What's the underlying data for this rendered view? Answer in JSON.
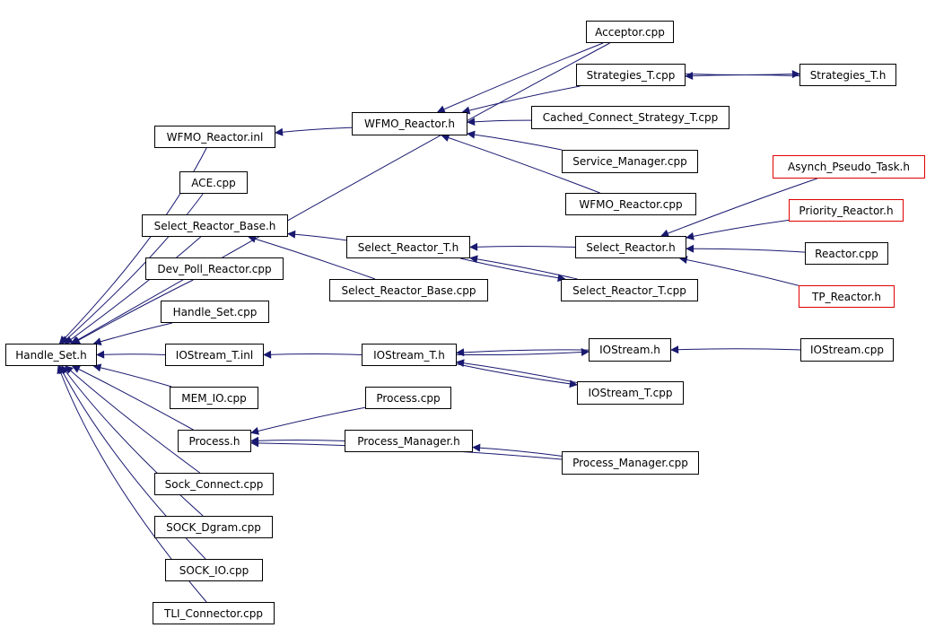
{
  "graph": {
    "edge_color": "#191970",
    "current_fill": "#bfbfbf",
    "truncated_border": "#e00000",
    "nodes": [
      {
        "id": "handle_set_h",
        "label": "Handle_Set.h",
        "kind": "current"
      },
      {
        "id": "acceptor_cpp",
        "label": "Acceptor.cpp",
        "kind": "normal"
      },
      {
        "id": "strategies_t_cpp",
        "label": "Strategies_T.cpp",
        "kind": "normal"
      },
      {
        "id": "strategies_t_h",
        "label": "Strategies_T.h",
        "kind": "truncated"
      },
      {
        "id": "wfmo_reactor_inl",
        "label": "WFMO_Reactor.inl",
        "kind": "normal"
      },
      {
        "id": "wfmo_reactor_h",
        "label": "WFMO_Reactor.h",
        "kind": "normal"
      },
      {
        "id": "cached_connect_strategy_t_cpp",
        "label": "Cached_Connect_Strategy_T.cpp",
        "kind": "normal"
      },
      {
        "id": "service_manager_cpp",
        "label": "Service_Manager.cpp",
        "kind": "normal"
      },
      {
        "id": "asynch_pseudo_task_h",
        "label": "Asynch_Pseudo_Task.h",
        "kind": "truncated"
      },
      {
        "id": "ace_cpp",
        "label": "ACE.cpp",
        "kind": "normal"
      },
      {
        "id": "wfmo_reactor_cpp",
        "label": "WFMO_Reactor.cpp",
        "kind": "normal"
      },
      {
        "id": "priority_reactor_h",
        "label": "Priority_Reactor.h",
        "kind": "truncated"
      },
      {
        "id": "select_reactor_base_h",
        "label": "Select_Reactor_Base.h",
        "kind": "normal"
      },
      {
        "id": "select_reactor_t_h",
        "label": "Select_Reactor_T.h",
        "kind": "normal"
      },
      {
        "id": "select_reactor_h",
        "label": "Select_Reactor.h",
        "kind": "normal"
      },
      {
        "id": "reactor_cpp",
        "label": "Reactor.cpp",
        "kind": "normal"
      },
      {
        "id": "dev_poll_reactor_cpp",
        "label": "Dev_Poll_Reactor.cpp",
        "kind": "normal"
      },
      {
        "id": "select_reactor_base_cpp",
        "label": "Select_Reactor_Base.cpp",
        "kind": "normal"
      },
      {
        "id": "select_reactor_t_cpp",
        "label": "Select_Reactor_T.cpp",
        "kind": "normal"
      },
      {
        "id": "tp_reactor_h",
        "label": "TP_Reactor.h",
        "kind": "truncated"
      },
      {
        "id": "handle_set_cpp",
        "label": "Handle_Set.cpp",
        "kind": "normal"
      },
      {
        "id": "iostream_t_inl",
        "label": "IOStream_T.inl",
        "kind": "normal"
      },
      {
        "id": "iostream_t_h",
        "label": "IOStream_T.h",
        "kind": "normal"
      },
      {
        "id": "iostream_h",
        "label": "IOStream.h",
        "kind": "normal"
      },
      {
        "id": "iostream_cpp",
        "label": "IOStream.cpp",
        "kind": "normal"
      },
      {
        "id": "mem_io_cpp",
        "label": "MEM_IO.cpp",
        "kind": "normal"
      },
      {
        "id": "iostream_t_cpp",
        "label": "IOStream_T.cpp",
        "kind": "normal"
      },
      {
        "id": "process_cpp",
        "label": "Process.cpp",
        "kind": "normal"
      },
      {
        "id": "process_h",
        "label": "Process.h",
        "kind": "normal"
      },
      {
        "id": "process_manager_h",
        "label": "Process_Manager.h",
        "kind": "normal"
      },
      {
        "id": "process_manager_cpp",
        "label": "Process_Manager.cpp",
        "kind": "normal"
      },
      {
        "id": "sock_connect_cpp",
        "label": "Sock_Connect.cpp",
        "kind": "normal"
      },
      {
        "id": "sock_dgram_cpp",
        "label": "SOCK_Dgram.cpp",
        "kind": "normal"
      },
      {
        "id": "sock_io_cpp",
        "label": "SOCK_IO.cpp",
        "kind": "normal"
      },
      {
        "id": "tli_connector_cpp",
        "label": "TLI_Connector.cpp",
        "kind": "normal"
      }
    ],
    "edges": [
      {
        "from": "acceptor_cpp",
        "to": "handle_set_h"
      },
      {
        "from": "wfmo_reactor_inl",
        "to": "handle_set_h"
      },
      {
        "from": "ace_cpp",
        "to": "handle_set_h"
      },
      {
        "from": "select_reactor_base_h",
        "to": "handle_set_h"
      },
      {
        "from": "dev_poll_reactor_cpp",
        "to": "handle_set_h"
      },
      {
        "from": "handle_set_cpp",
        "to": "handle_set_h"
      },
      {
        "from": "iostream_t_inl",
        "to": "handle_set_h"
      },
      {
        "from": "mem_io_cpp",
        "to": "handle_set_h"
      },
      {
        "from": "process_h",
        "to": "handle_set_h"
      },
      {
        "from": "sock_connect_cpp",
        "to": "handle_set_h"
      },
      {
        "from": "sock_dgram_cpp",
        "to": "handle_set_h"
      },
      {
        "from": "sock_io_cpp",
        "to": "handle_set_h"
      },
      {
        "from": "tli_connector_cpp",
        "to": "handle_set_h"
      },
      {
        "from": "wfmo_reactor_h",
        "to": "wfmo_reactor_inl"
      },
      {
        "from": "acceptor_cpp",
        "to": "wfmo_reactor_h"
      },
      {
        "from": "strategies_t_cpp",
        "to": "wfmo_reactor_h"
      },
      {
        "from": "cached_connect_strategy_t_cpp",
        "to": "wfmo_reactor_h"
      },
      {
        "from": "service_manager_cpp",
        "to": "wfmo_reactor_h"
      },
      {
        "from": "wfmo_reactor_cpp",
        "to": "wfmo_reactor_h"
      },
      {
        "from": "strategies_t_cpp",
        "to": "strategies_t_h"
      },
      {
        "from": "strategies_t_h",
        "to": "strategies_t_cpp"
      },
      {
        "from": "select_reactor_t_h",
        "to": "select_reactor_base_h"
      },
      {
        "from": "select_reactor_base_cpp",
        "to": "select_reactor_base_h"
      },
      {
        "from": "select_reactor_h",
        "to": "select_reactor_t_h"
      },
      {
        "from": "select_reactor_t_cpp",
        "to": "select_reactor_t_h"
      },
      {
        "from": "select_reactor_t_h",
        "to": "select_reactor_t_cpp"
      },
      {
        "from": "asynch_pseudo_task_h",
        "to": "select_reactor_h"
      },
      {
        "from": "priority_reactor_h",
        "to": "select_reactor_h"
      },
      {
        "from": "reactor_cpp",
        "to": "select_reactor_h"
      },
      {
        "from": "tp_reactor_h",
        "to": "select_reactor_h"
      },
      {
        "from": "iostream_t_h",
        "to": "iostream_t_inl"
      },
      {
        "from": "iostream_h",
        "to": "iostream_t_h"
      },
      {
        "from": "iostream_t_h",
        "to": "iostream_h"
      },
      {
        "from": "iostream_t_cpp",
        "to": "iostream_t_h"
      },
      {
        "from": "iostream_t_h",
        "to": "iostream_t_cpp"
      },
      {
        "from": "iostream_cpp",
        "to": "iostream_h"
      },
      {
        "from": "process_cpp",
        "to": "process_h"
      },
      {
        "from": "process_manager_h",
        "to": "process_h"
      },
      {
        "from": "process_manager_cpp",
        "to": "process_h"
      },
      {
        "from": "process_manager_cpp",
        "to": "process_manager_h"
      }
    ]
  }
}
